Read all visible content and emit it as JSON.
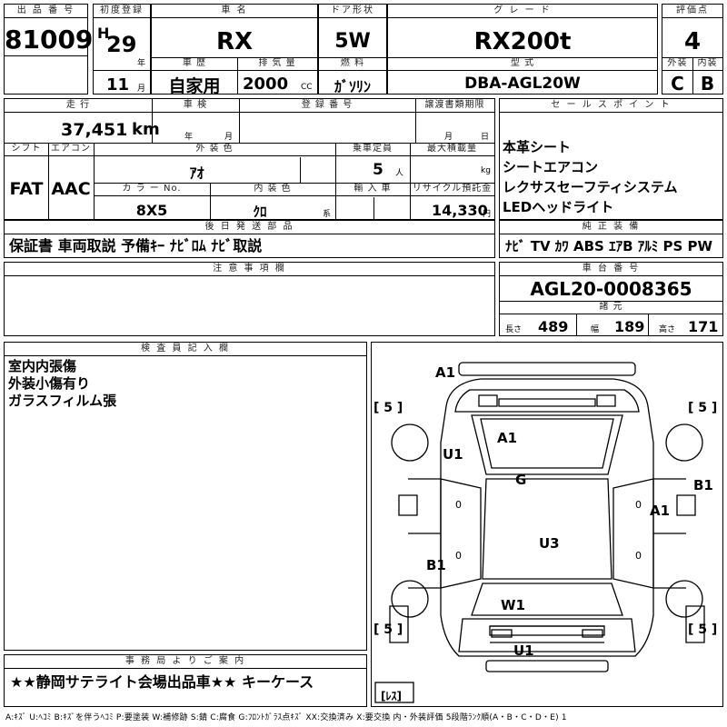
{
  "header": {
    "lot_no_label": "出 品 番 号",
    "lot_no": "81009",
    "first_reg_label": "初度登録",
    "era": "H",
    "year": "29",
    "year_unit": "年",
    "month": "11",
    "month_unit": "月",
    "car_name_label": "車 名",
    "car_name": "RX",
    "history_label": "車 歴",
    "history": "自家用",
    "displacement_label": "排 気 量",
    "displacement": "2000",
    "displacement_unit": "CC",
    "door_label": "ドア形状",
    "door": "5W",
    "fuel_label": "燃 料",
    "fuel": "ｶﾞｿﾘﾝ",
    "grade_label": "グ レ ー ド",
    "grade": "RX200t",
    "model_label": "型 式",
    "model": "DBA-AGL20W",
    "score_label": "評価点",
    "score": "4",
    "ext_label": "外装",
    "ext": "C",
    "int_label": "内装",
    "int": "B"
  },
  "row2": {
    "mileage_label": "走 行",
    "mileage": "37,451",
    "mileage_unit": "km",
    "inspection_label": "車 検",
    "ins_year": "年",
    "ins_month": "月",
    "reg_no_label": "登 録 番 号",
    "transfer_label": "譲渡書類期限",
    "transfer_month": "月",
    "transfer_day": "日",
    "shift_label": "シフト",
    "shift": "FAT",
    "ac_label": "エアコン",
    "ac": "AAC",
    "exterior_color_label": "外 装 色",
    "exterior_color": "ｱｵ",
    "seats_label": "乗車定員",
    "seats": "5",
    "seats_unit": "人",
    "load_label": "最大積載量",
    "load_unit": "kg",
    "color_no_label": "カ ラ ー No.",
    "color_no": "8X5",
    "interior_color_label": "内 装 色",
    "interior_color": "ｸﾛ",
    "interior_unit": "系",
    "import_label": "輸 入 車",
    "recycle_label": "リサイクル預託金",
    "recycle": "14,330",
    "recycle_unit": "円"
  },
  "sales_points": {
    "label": "セ ー ル ス ポ イ ン ト",
    "items": [
      "本革シート",
      "シートエアコン",
      "レクサスセーフティシステム",
      "LEDヘッドライト"
    ]
  },
  "later_parts": {
    "label": "後 日 発 送 部 品",
    "text": "保証書 車両取説 予備ｷｰ ﾅﾋﾞﾛﾑ ﾅﾋﾞ取説"
  },
  "equipment": {
    "label": "純 正 装 備",
    "text": "ﾅﾋﾞ TV ｶﾜ ABS ｴｱB ｱﾙﾐ PS PW"
  },
  "notes": {
    "label": "注 意 事 項 欄"
  },
  "chassis": {
    "label": "車 台 番 号",
    "number": "AGL20-0008365",
    "specs_label": "諸 元",
    "length_label": "長さ",
    "length": "489",
    "width_label": "幅",
    "width": "189",
    "height_label": "高さ",
    "height": "171"
  },
  "inspector": {
    "label": "検 査 員 記 入 欄",
    "lines": [
      "室内内張傷",
      "外装小傷有り",
      "ガラスフィルム張"
    ]
  },
  "office": {
    "label": "事 務 局 よ り ご 案 内",
    "text": "★★静岡サテライト会場出品車★★ キーケース"
  },
  "diagram": {
    "marks": [
      "A1",
      "A1",
      "U1",
      "G",
      "B1",
      "A1",
      "U3",
      "B1",
      "W1",
      "U1"
    ],
    "tire_labels": [
      "[ 5 ]",
      "[ 5 ]",
      "[ 5 ]",
      "[ 5 ]"
    ],
    "spare_label": "[ﾚｽ]",
    "zeros": [
      "0",
      "0",
      "0",
      "0"
    ]
  },
  "legend": "A:ｷｽﾞ U:ﾍｺﾐ B:ｷｽﾞを伴うﾍｺﾐ P:要塗装 W:補修跡 S:錆 C:腐食 G:ﾌﾛﾝﾄｶﾞﾗｽ点ｷｽﾞ XX:交換済み X:要交換 内・外装評価 5段階ﾗﾝｸ順(A・B・C・D・E) 1"
}
